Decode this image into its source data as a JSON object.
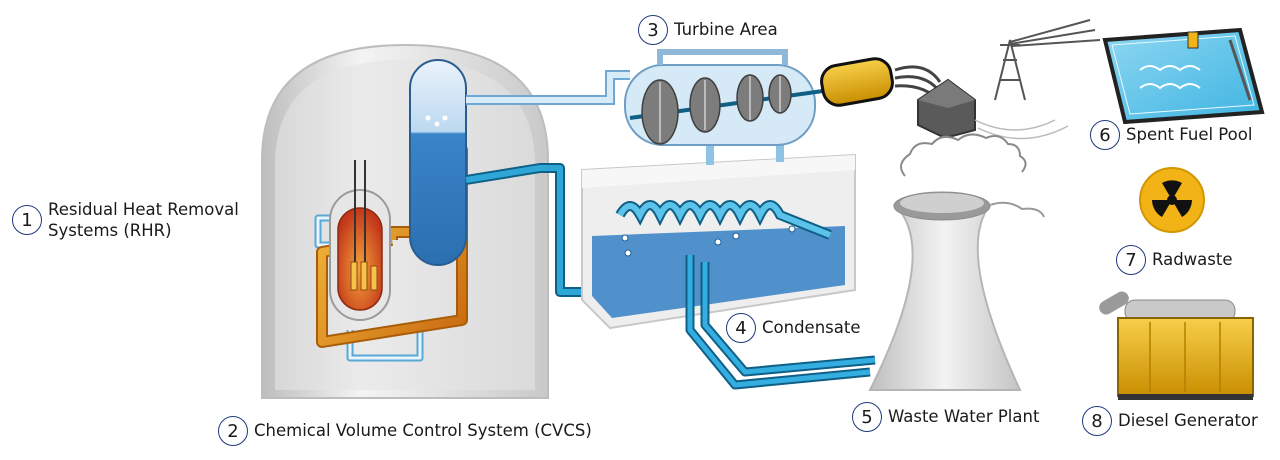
{
  "labels": {
    "rhr": {
      "num": "1",
      "line1": "Residual Heat Removal",
      "line2": "Systems (RHR)"
    },
    "cvcs": {
      "num": "2",
      "text": "Chemical Volume Control System (CVCS)"
    },
    "turbine": {
      "num": "3",
      "text": "Turbine Area"
    },
    "condensate": {
      "num": "4",
      "text": "Condensate"
    },
    "waste_water": {
      "num": "5",
      "text": "Waste Water Plant"
    },
    "spent_fuel": {
      "num": "6",
      "text": "Spent Fuel Pool"
    },
    "radwaste": {
      "num": "7",
      "text": "Radwaste"
    },
    "diesel": {
      "num": "8",
      "text": "Diesel Generator"
    }
  },
  "icons": {
    "reactor": "containment-dome",
    "turbine": "turbine",
    "generator": "generator",
    "cooling_tower": "cooling-tower",
    "pool": "spent-fuel-pool",
    "radiation": "radiation-symbol",
    "diesel": "diesel-generator"
  },
  "colors": {
    "pipe_blue": "#2ea6d6",
    "pipe_dark": "#0f5f86",
    "hot_pipe": "#e79a1a",
    "core_red": "#d44a1f",
    "dome": "#d9d9d9",
    "tank_blue": "#3f86c6",
    "generator_yellow": "#f2b316",
    "label_ring": "#1f3a7a"
  }
}
